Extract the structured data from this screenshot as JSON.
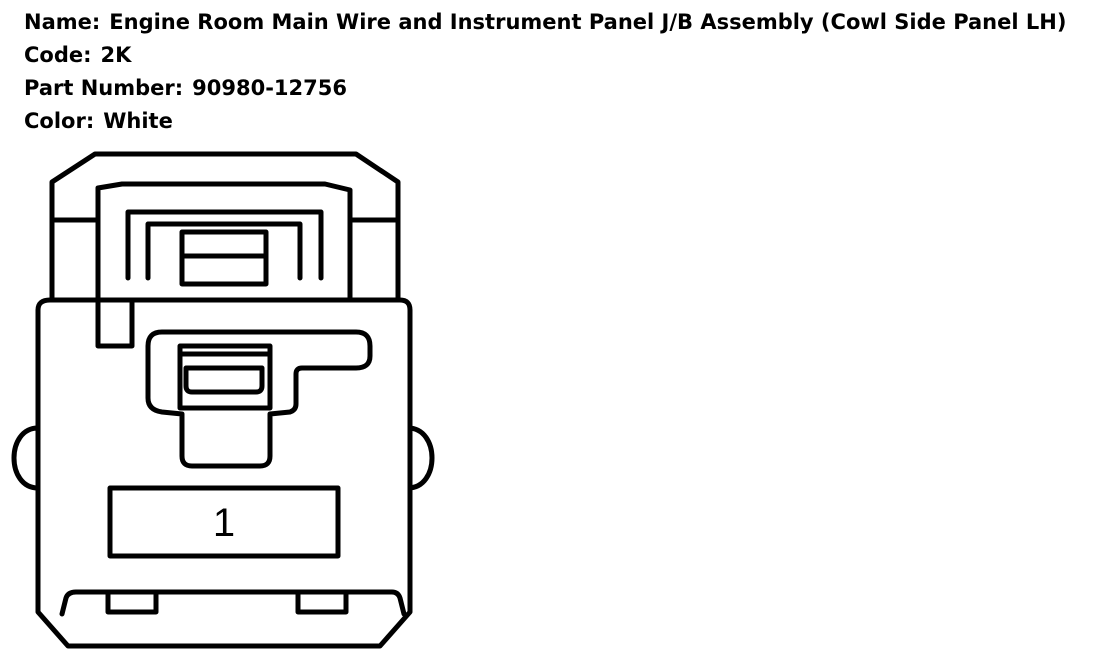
{
  "connector_info": {
    "name_label": "Name:",
    "name_value": "Engine Room Main Wire and Instrument Panel J/B Assembly (Cowl Side Panel LH)",
    "code_label": "Code:",
    "code_value": "2K",
    "part_number_label": "Part Number:",
    "part_number_value": "90980-12756",
    "color_label": "Color:",
    "color_value": "White"
  },
  "connector_diagram": {
    "pin_label": "1"
  }
}
